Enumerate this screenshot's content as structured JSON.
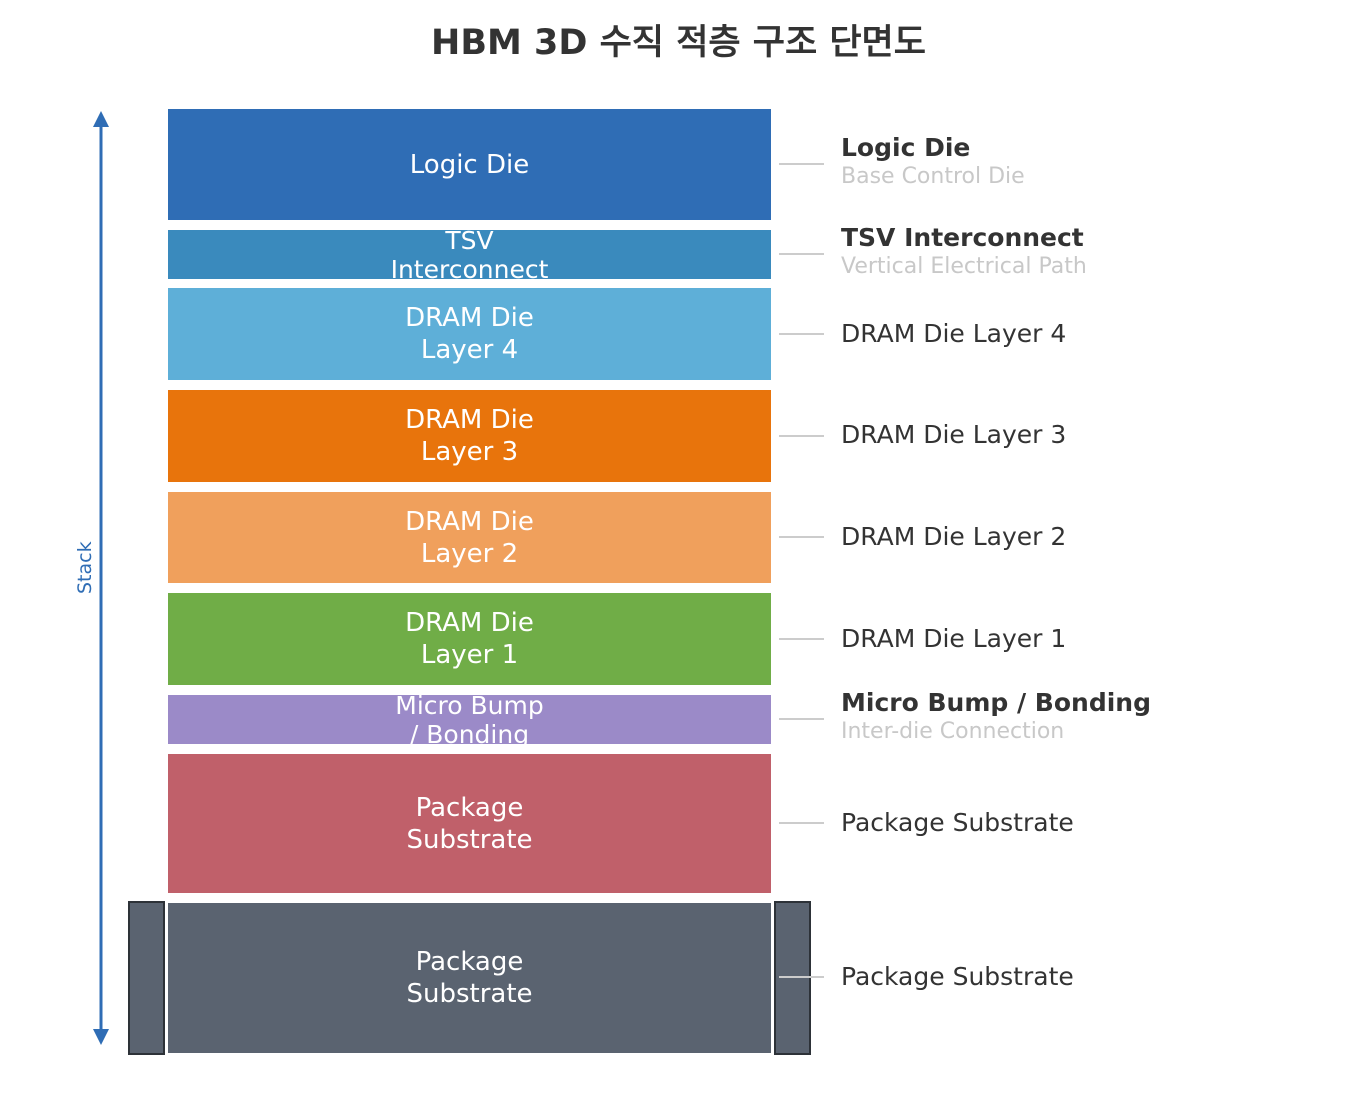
{
  "title": "HBM 3D 수직 적층 구조 단면도",
  "axis": {
    "label": "Stack",
    "color": "#2f6db5"
  },
  "layers": [
    {
      "block_text": "Logic Die",
      "label": "Logic Die",
      "sublabel": "Base Control Die",
      "color": "#2f6db5"
    },
    {
      "block_text": "TSV\nInterconnect",
      "label": "TSV Interconnect",
      "sublabel": "Vertical Electrical Path",
      "color": "#3a8abd"
    },
    {
      "block_text": "DRAM Die\nLayer 4",
      "label": "DRAM Die Layer 4",
      "color": "#5eafd8"
    },
    {
      "block_text": "DRAM Die\nLayer 3",
      "label": "DRAM Die Layer 3",
      "color": "#e8740c"
    },
    {
      "block_text": "DRAM Die\nLayer 2",
      "label": "DRAM Die Layer 2",
      "color": "#f0a05c"
    },
    {
      "block_text": "DRAM Die\nLayer 1",
      "label": "DRAM Die Layer 1",
      "color": "#70ad47"
    },
    {
      "block_text": "Micro Bump\n/ Bonding",
      "label": "Micro Bump / Bonding",
      "sublabel": "Inter-die Connection",
      "color": "#9b8ac8"
    },
    {
      "block_text": "Package\nSubstrate",
      "label": "Package Substrate",
      "color": "#c0606a"
    },
    {
      "block_text": "Package\nSubstrate",
      "label": "Package Substrate",
      "color": "#5a6370"
    }
  ]
}
